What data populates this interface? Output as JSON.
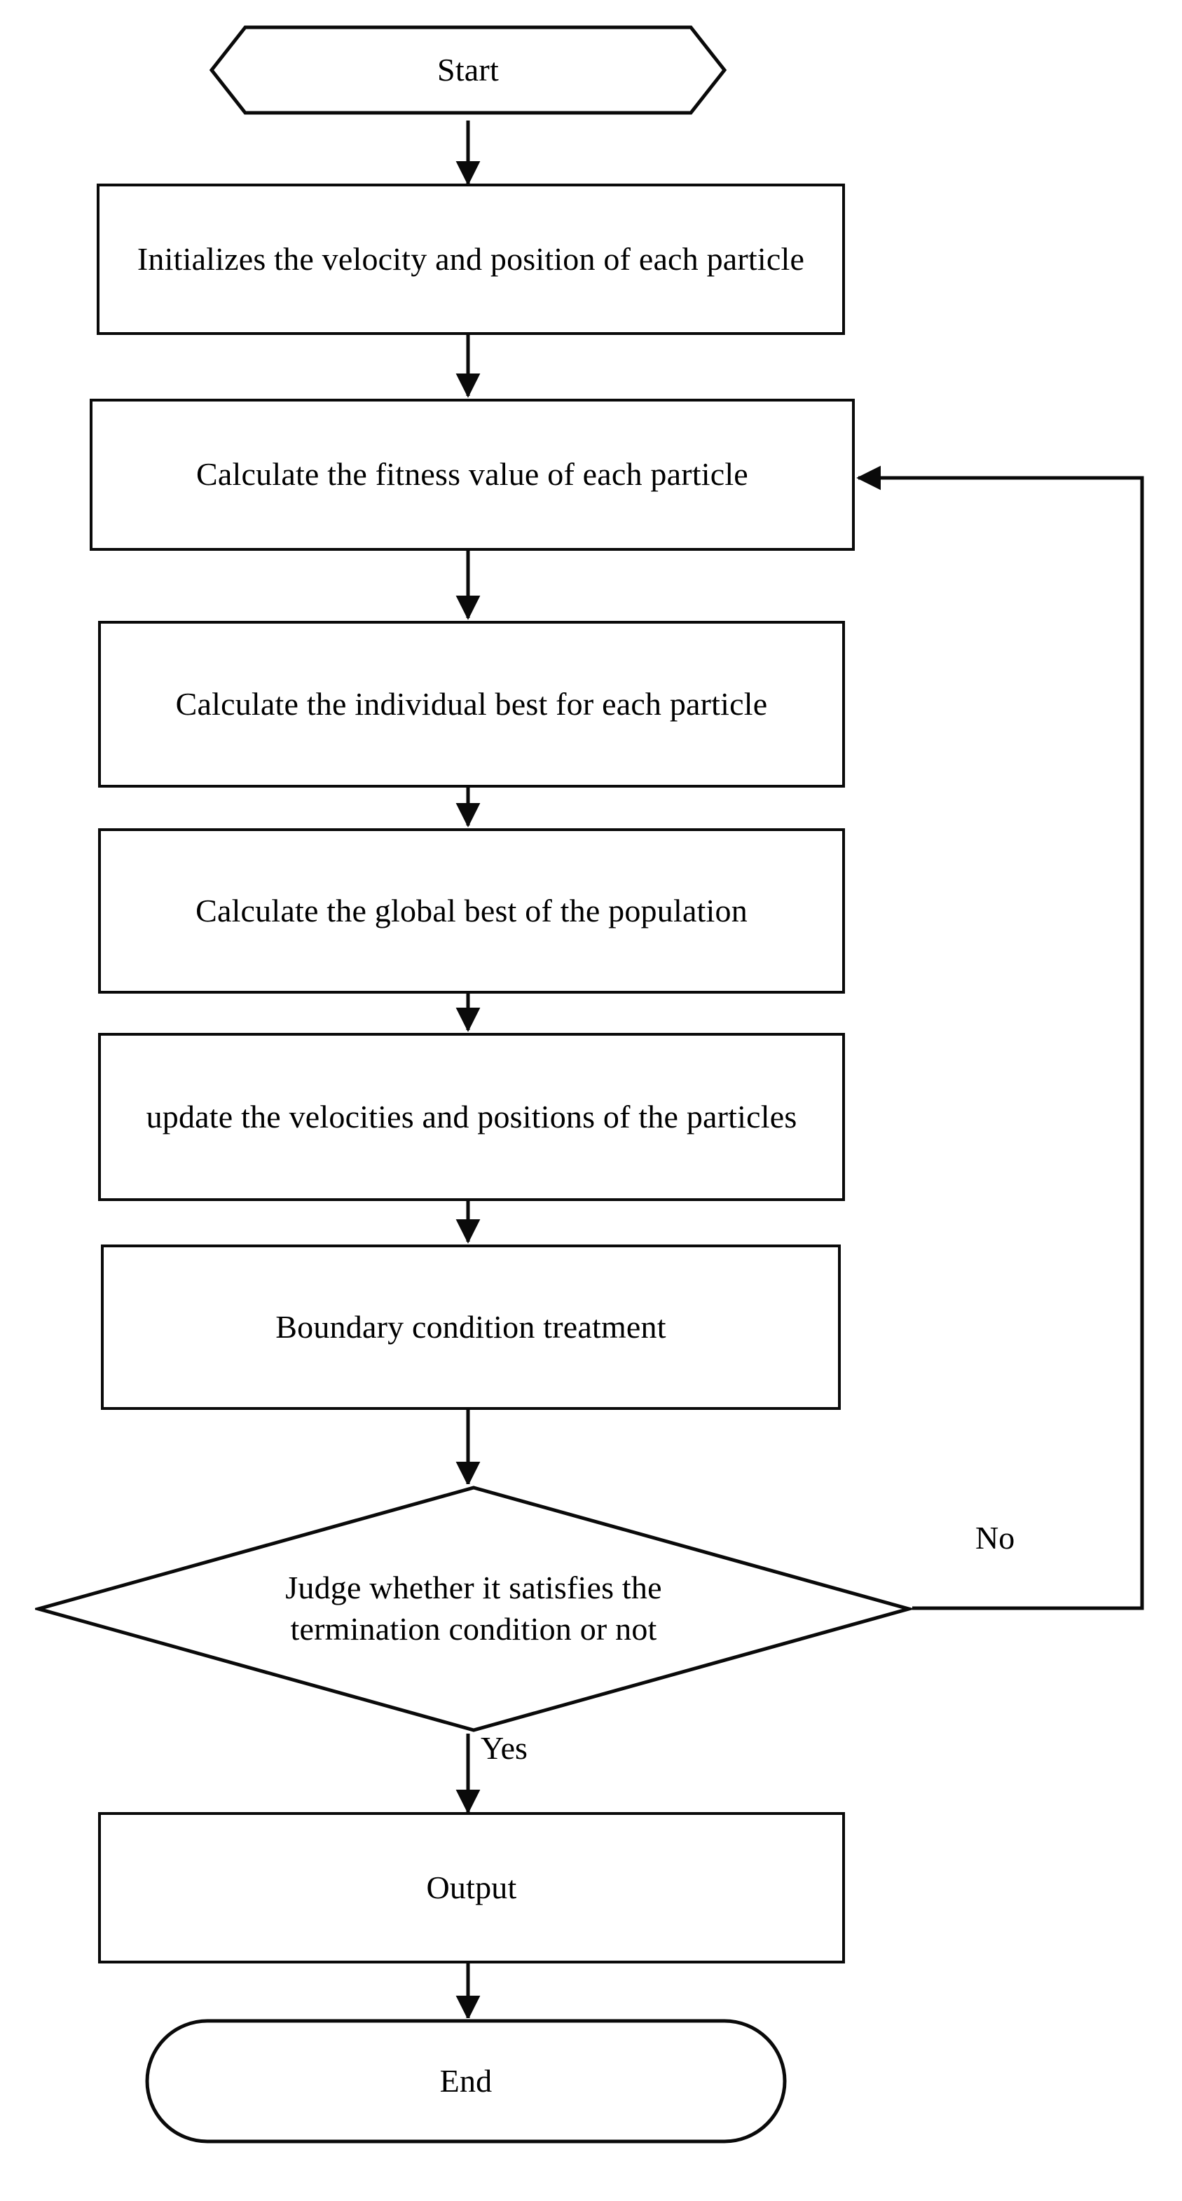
{
  "diagram": {
    "title": "Particle Swarm Optimization flowchart",
    "background_color": "#ffffff",
    "line_color": "#0a0a0a",
    "text_color": "#000000"
  },
  "nodes": [
    {
      "id": "start",
      "shape": "hexagon",
      "label": "Start"
    },
    {
      "id": "init",
      "shape": "rectangle",
      "label": "Initializes the velocity and position of each particle"
    },
    {
      "id": "fitness",
      "shape": "rectangle",
      "label": "Calculate the fitness value of each particle"
    },
    {
      "id": "pbest",
      "shape": "rectangle",
      "label": "Calculate the individual best for each particle"
    },
    {
      "id": "gbest",
      "shape": "rectangle",
      "label": "Calculate the global best of the population"
    },
    {
      "id": "update",
      "shape": "rectangle",
      "label": "update the velocities and positions of the particles"
    },
    {
      "id": "boundary",
      "shape": "rectangle",
      "label": "Boundary condition treatment"
    },
    {
      "id": "decision",
      "shape": "diamond",
      "label": "Judge whether it satisfies the termination condition or not"
    },
    {
      "id": "output",
      "shape": "rectangle",
      "label": "Output"
    },
    {
      "id": "end",
      "shape": "stadium",
      "label": "End"
    }
  ],
  "edge_labels": {
    "no": "No",
    "yes": "Yes"
  }
}
